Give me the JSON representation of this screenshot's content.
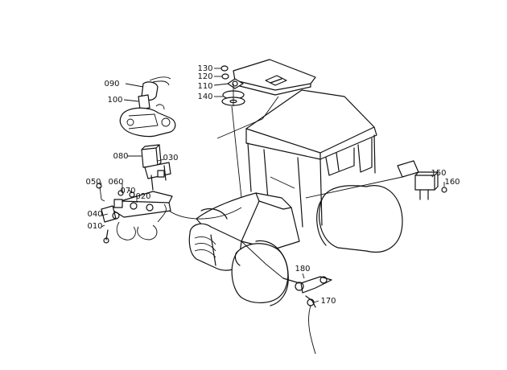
{
  "diagram": {
    "parts": [
      {
        "id": "part-090",
        "label": "090"
      },
      {
        "id": "part-100",
        "label": "100"
      },
      {
        "id": "part-080",
        "label": "080"
      },
      {
        "id": "part-030",
        "label": "030"
      },
      {
        "id": "part-050",
        "label": "050"
      },
      {
        "id": "part-060",
        "label": "060"
      },
      {
        "id": "part-070",
        "label": "070"
      },
      {
        "id": "part-020",
        "label": "020"
      },
      {
        "id": "part-040",
        "label": "040"
      },
      {
        "id": "part-010",
        "label": "010"
      },
      {
        "id": "part-130",
        "label": "130"
      },
      {
        "id": "part-120",
        "label": "120"
      },
      {
        "id": "part-110",
        "label": "110"
      },
      {
        "id": "part-140",
        "label": "140"
      },
      {
        "id": "part-150",
        "label": "150"
      },
      {
        "id": "part-160",
        "label": "160"
      },
      {
        "id": "part-180",
        "label": "180"
      },
      {
        "id": "part-170",
        "label": "170"
      }
    ]
  }
}
